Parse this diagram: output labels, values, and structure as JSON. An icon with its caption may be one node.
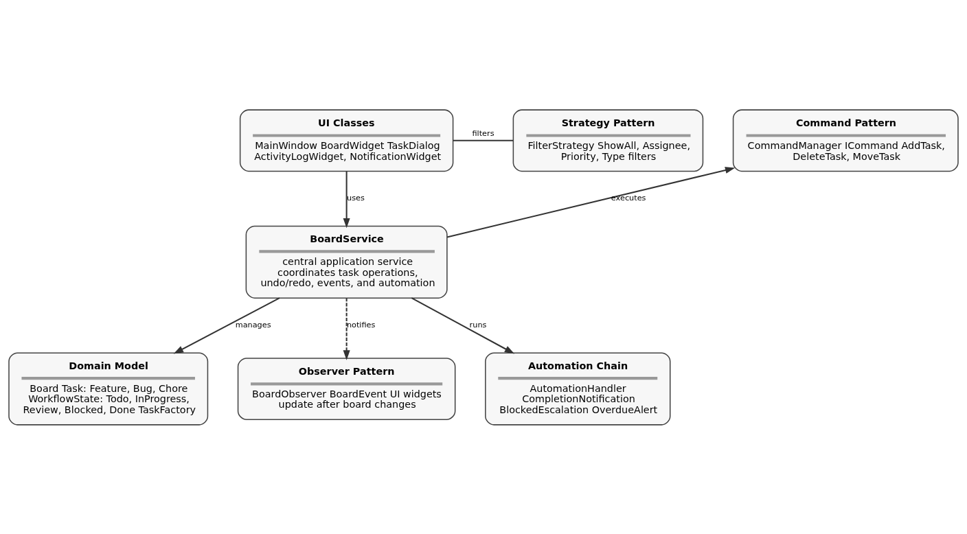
{
  "diagram": {
    "nodes": [
      {
        "text": [
          "UI Classes",
          "MainWindow BoardWidget TaskDialog ActivityLogWidget, NotificationWidget"
        ]
      },
      {
        "text": [
          "Strategy Pattern",
          "FilterStrategy ShowAll, Assignee, Priority, Type filters"
        ]
      },
      {
        "text": [
          "Command Pattern",
          "CommandManager ICommand AddTask, DeleteTask, MoveTask"
        ]
      },
      {
        "text": [
          "BoardService",
          "central application service coordinates task operations, undo/redo, events, and automation"
        ]
      },
      {
        "text": [
          "Domain Model",
          "Board Task: Feature, Bug, Chore WorkflowState: Todo, InProgress, Review, Blocked, Done TaskFactory"
        ]
      },
      {
        "text": [
          "Observer Pattern",
          "BoardObserver BoardEvent UI widgets update after board changes"
        ]
      },
      {
        "text": [
          "Automation Chain",
          "AutomationHandler CompletionNotification BlockedEscalation OverdueAlert"
        ]
      }
    ],
    "edges": [
      {
        "from": 0,
        "to": 1,
        "arrow": "none",
        "label": "filters"
      },
      {
        "from": 0,
        "to": 3,
        "arrow": "to",
        "label": "uses"
      },
      {
        "from": 3,
        "to": 2,
        "arrow": "to",
        "label": "executes"
      },
      {
        "from": 3,
        "to": 4,
        "arrow": "to",
        "label": "manages"
      },
      {
        "from": 3,
        "to": 5,
        "arrow": "to",
        "label": "notifies",
        "style": "dashed"
      },
      {
        "from": 3,
        "to": 6,
        "arrow": "to",
        "label": "runs"
      }
    ]
  }
}
